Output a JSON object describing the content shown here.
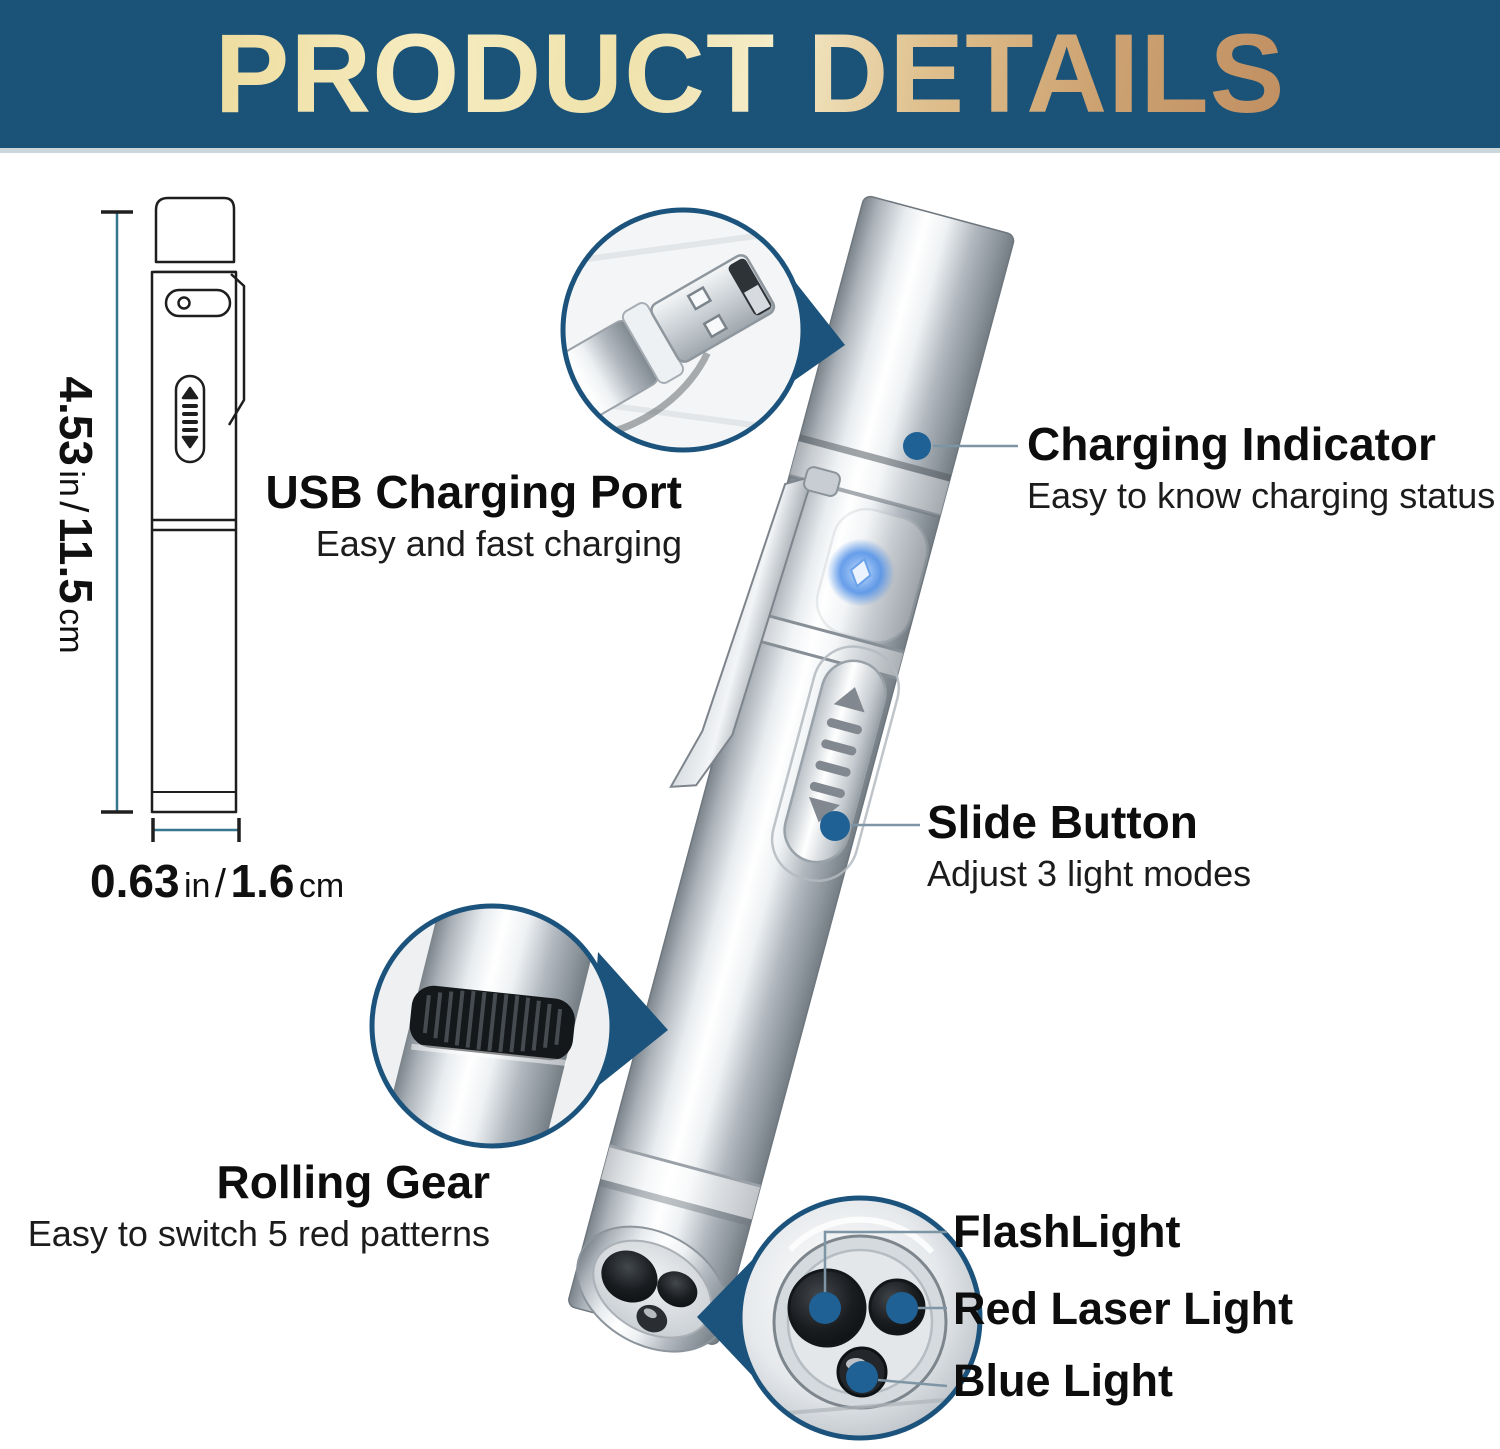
{
  "header": {
    "title": "PRODUCT DETAILS"
  },
  "dimensions": {
    "height": {
      "v1": "4.53",
      "u1": "in",
      "sep": "/",
      "v2": "11.5",
      "u2": "cm"
    },
    "width": {
      "v1": "0.63",
      "u1": "in",
      "sep": "/",
      "v2": "1.6",
      "u2": "cm"
    }
  },
  "features": {
    "usb_charging_port": {
      "title": "USB Charging Port",
      "subtitle": "Easy and fast charging"
    },
    "charging_indicator": {
      "title": "Charging Indicator",
      "subtitle": "Easy to know charging status"
    },
    "slide_button": {
      "title": "Slide Button",
      "subtitle": "Adjust 3 light modes"
    },
    "rolling_gear": {
      "title": "Rolling Gear",
      "subtitle": "Easy to switch 5 red patterns"
    },
    "head_lights": {
      "flashlight": "FlashLight",
      "red_laser": "Red Laser Light",
      "blue_light": "Blue Light"
    }
  },
  "colors": {
    "banner_bg": "#1b5277",
    "title_gold_light": "#f6ecc0",
    "title_gold_dark": "#c08f62",
    "callout_blue": "#1f6195",
    "callout_line": "#7d95a5",
    "dimension_line": "#38758f",
    "inset_border": "#1b537c",
    "led_blue": "#4e8fe8"
  }
}
